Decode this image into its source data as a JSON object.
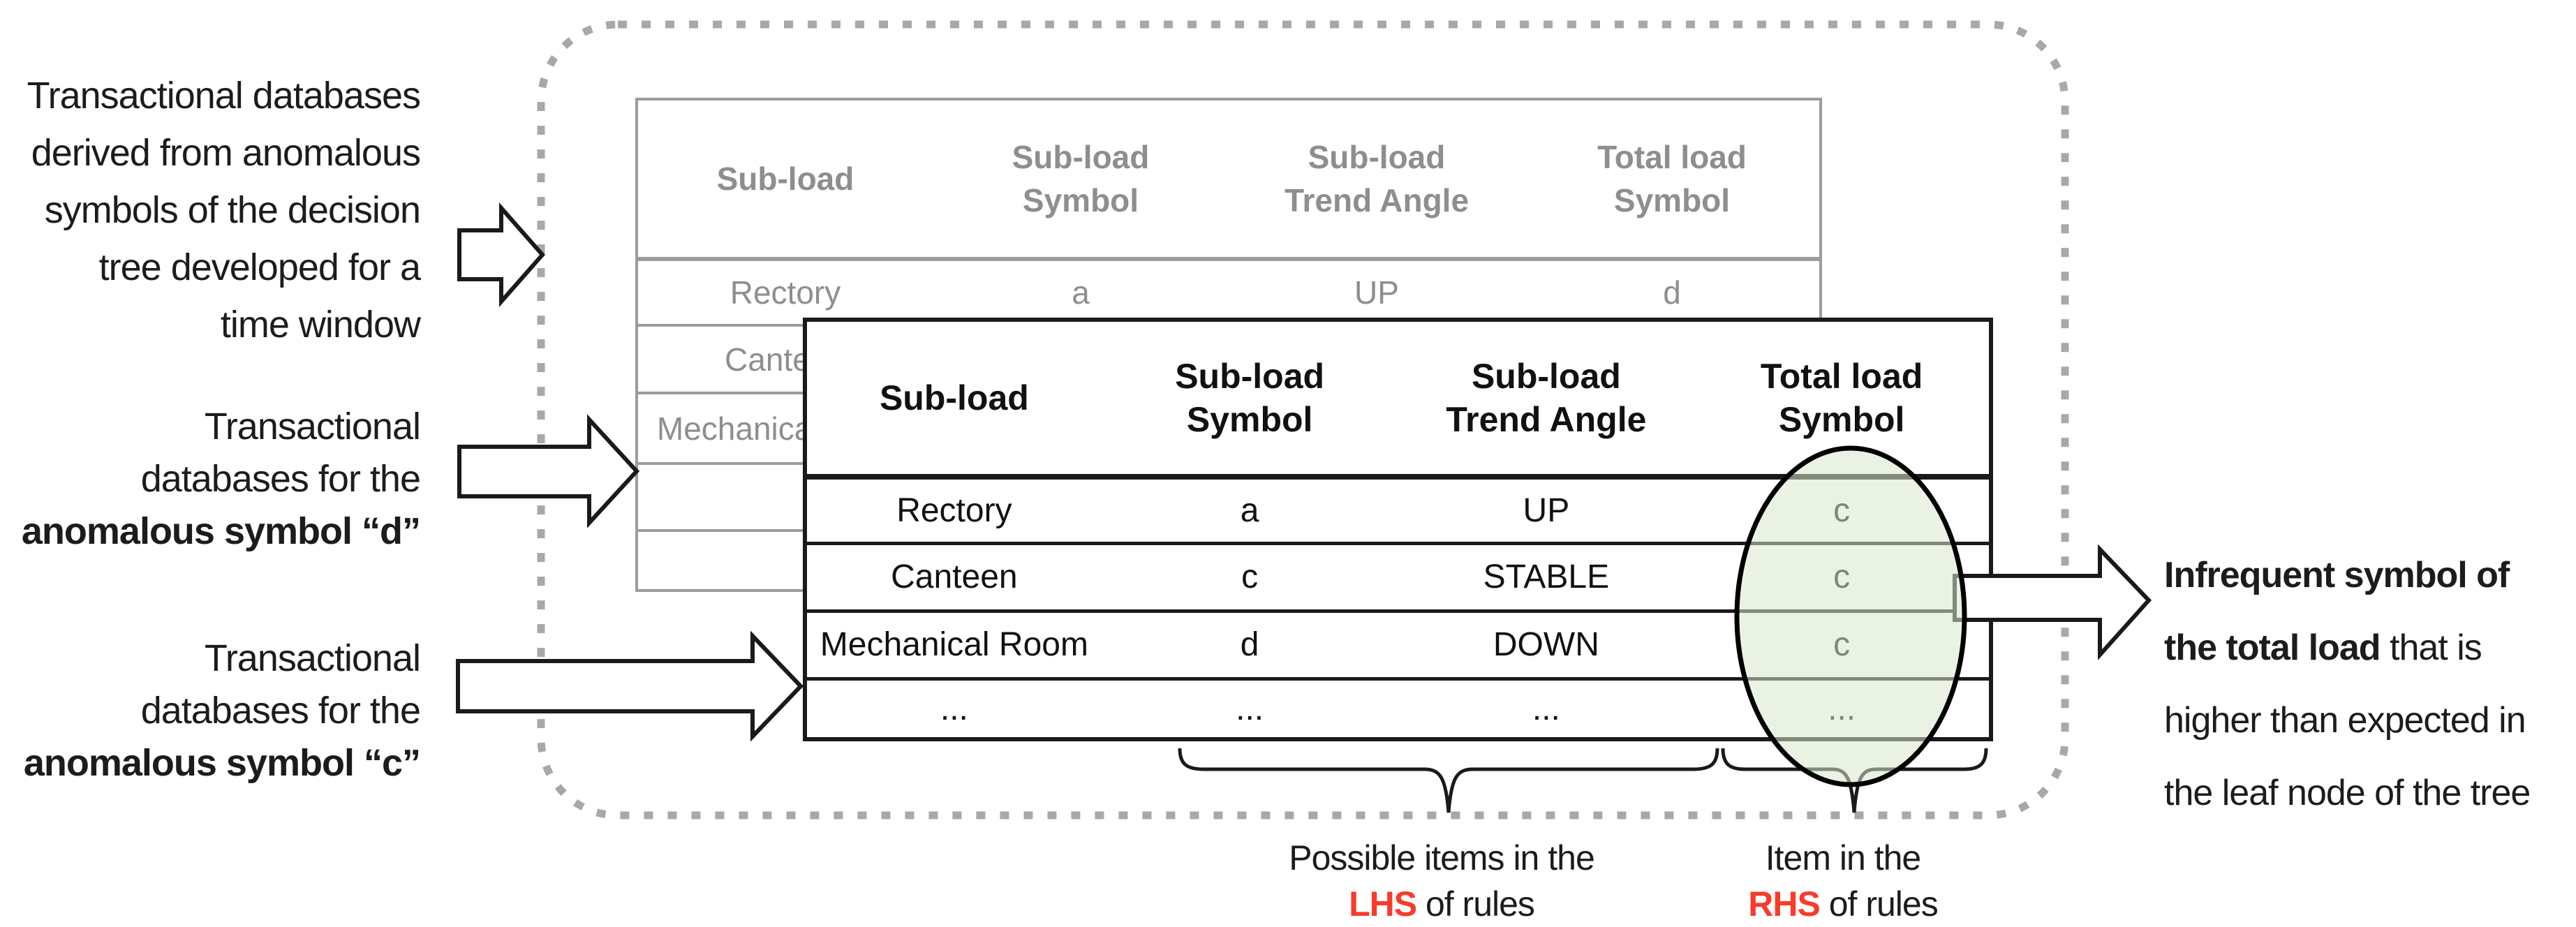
{
  "colors": {
    "accent_red": "#f93b2b",
    "front_line_black": "#1a1a1a",
    "faded_text_gray": "#8e8e8e",
    "faded_line_gray": "#9c9c9c",
    "dotted_border_gray": "#a8a8a8",
    "ellipse_fill_green": "#d8e9cc",
    "ellipse_stroke": "#000000"
  },
  "left_notes": {
    "window_note": {
      "lines": [
        "Transactional databases",
        "derived from anomalous",
        "symbols of the decision",
        "tree developed for a",
        "time window"
      ]
    },
    "symbol_d_note": {
      "line1": "Transactional",
      "line2": "databases for the",
      "bold_line": "anomalous symbol “d”"
    },
    "symbol_c_note": {
      "line1": "Transactional",
      "line2": "databases for the",
      "bold_line": "anomalous symbol “c”"
    }
  },
  "right_note": {
    "lines": [
      {
        "bold": "Infrequent symbol of",
        "normal": ""
      },
      {
        "bold": "the total load",
        "normal": " that is"
      },
      {
        "bold": "",
        "normal": "higher than expected in"
      },
      {
        "bold": "",
        "normal": "the leaf node of the tree"
      }
    ]
  },
  "back_table": {
    "headers": [
      [
        "Sub-load"
      ],
      [
        "Sub-load",
        "Symbol"
      ],
      [
        "Sub-load",
        "Trend Angle"
      ],
      [
        "Total load",
        "Symbol"
      ]
    ],
    "rows": [
      [
        "Rectory",
        "a",
        "UP",
        "d"
      ],
      [
        "Canteen",
        "",
        "",
        ""
      ],
      [
        "Mechanical Room",
        "",
        "",
        ""
      ],
      [
        "",
        "",
        "",
        ""
      ],
      [
        "",
        "",
        "",
        ""
      ]
    ]
  },
  "front_table": {
    "headers": [
      [
        "Sub-load"
      ],
      [
        "Sub-load",
        "Symbol"
      ],
      [
        "Sub-load",
        "Trend Angle"
      ],
      [
        "Total load",
        "Symbol"
      ]
    ],
    "rows": [
      [
        "Rectory",
        "a",
        "UP",
        "c"
      ],
      [
        "Canteen",
        "c",
        "STABLE",
        "c"
      ],
      [
        "Mechanical Room",
        "d",
        "DOWN",
        "c"
      ],
      [
        "...",
        "...",
        "...",
        "..."
      ]
    ]
  },
  "brace_labels": {
    "lhs": {
      "line1": "Possible items in the",
      "highlight": "LHS",
      "suffix": " of rules"
    },
    "rhs": {
      "line1": "Item in the",
      "highlight": "RHS",
      "suffix": " of rules"
    }
  }
}
